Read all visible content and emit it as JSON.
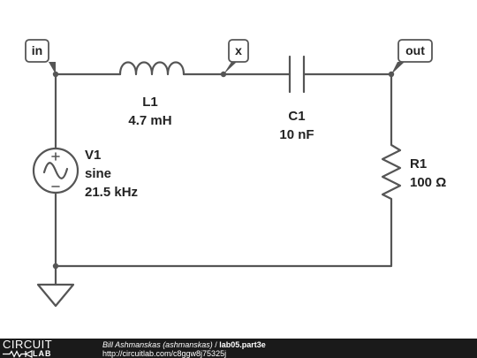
{
  "nodes": {
    "in": "in",
    "x": "x",
    "out": "out"
  },
  "components": {
    "L1": {
      "name": "L1",
      "value": "4.7 mH"
    },
    "C1": {
      "name": "C1",
      "value": "10 nF"
    },
    "R1": {
      "name": "R1",
      "value": "100 Ω"
    },
    "V1": {
      "name": "V1",
      "type": "sine",
      "frequency": "21.5 kHz"
    }
  },
  "footer": {
    "logo_top": "CIRCUIT",
    "logo_bottom": "LAB",
    "author": "Bill Ashmanskas (ashmanskas)",
    "separator": " / ",
    "title": "lab05.part3e",
    "url": "http://circuitlab.com/c8ggw8j75325j"
  },
  "colors": {
    "wire": "#555555",
    "footer_bg": "#1a1a1a"
  }
}
